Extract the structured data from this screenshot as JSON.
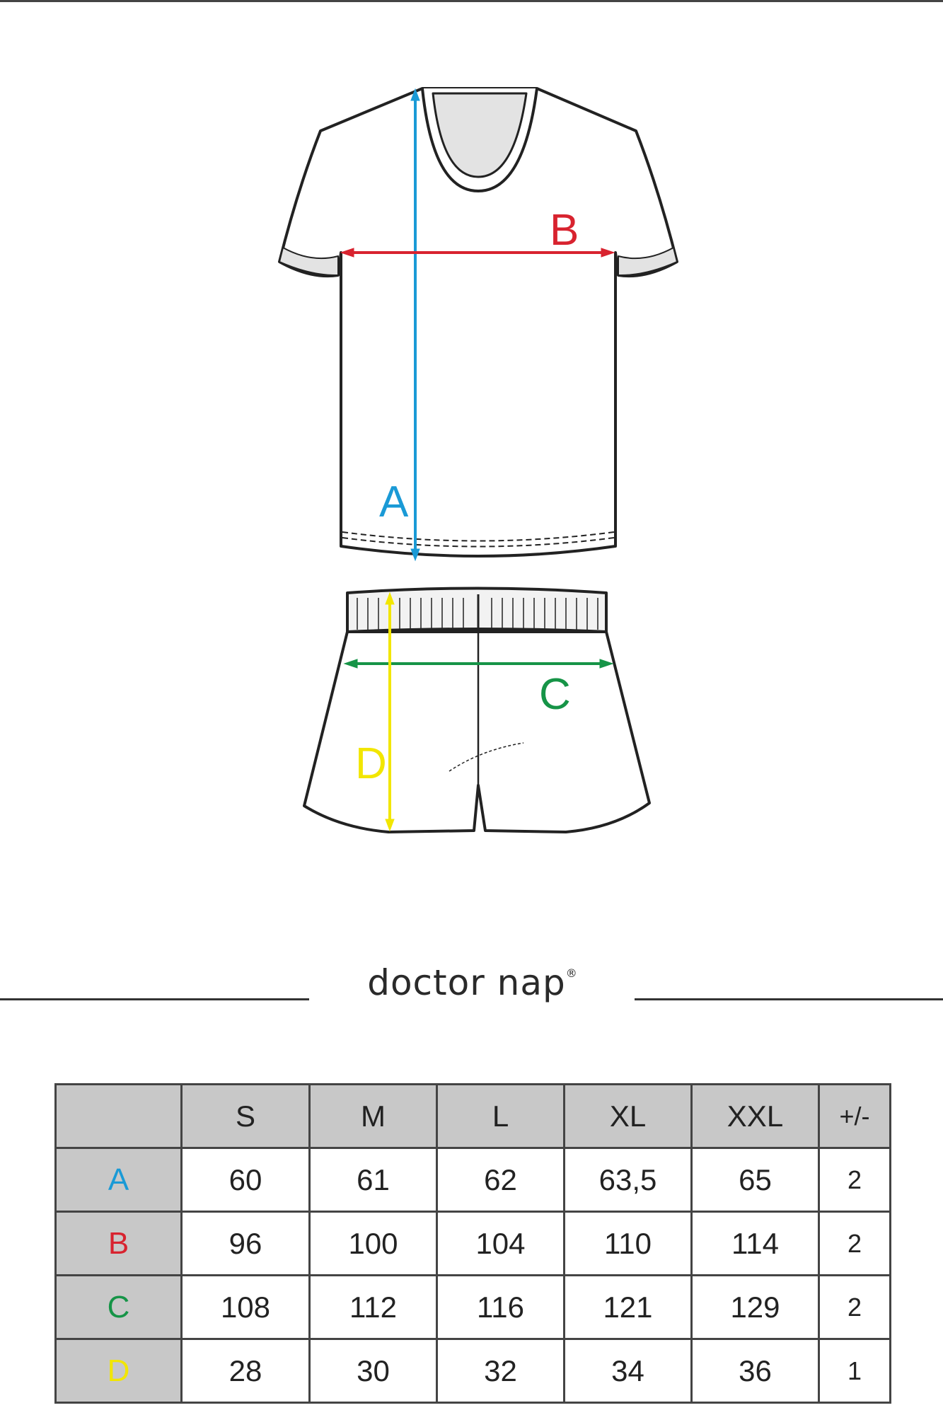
{
  "brand": {
    "name": "doctor nap",
    "mark": "®"
  },
  "diagram": {
    "labels": {
      "A": "A",
      "B": "B",
      "C": "C",
      "D": "D"
    },
    "colors": {
      "A": "#1a9ad6",
      "B": "#d8232f",
      "C": "#169447",
      "D": "#f2e600"
    }
  },
  "table": {
    "headers": [
      "",
      "S",
      "M",
      "L",
      "XL",
      "XXL",
      "+/-"
    ],
    "rows": [
      {
        "label": "A",
        "values": [
          "60",
          "61",
          "62",
          "63,5",
          "65"
        ],
        "tolerance": "2"
      },
      {
        "label": "B",
        "values": [
          "96",
          "100",
          "104",
          "110",
          "114"
        ],
        "tolerance": "2"
      },
      {
        "label": "C",
        "values": [
          "108",
          "112",
          "116",
          "121",
          "129"
        ],
        "tolerance": "2"
      },
      {
        "label": "D",
        "values": [
          "28",
          "30",
          "32",
          "34",
          "36"
        ],
        "tolerance": "1"
      }
    ]
  }
}
